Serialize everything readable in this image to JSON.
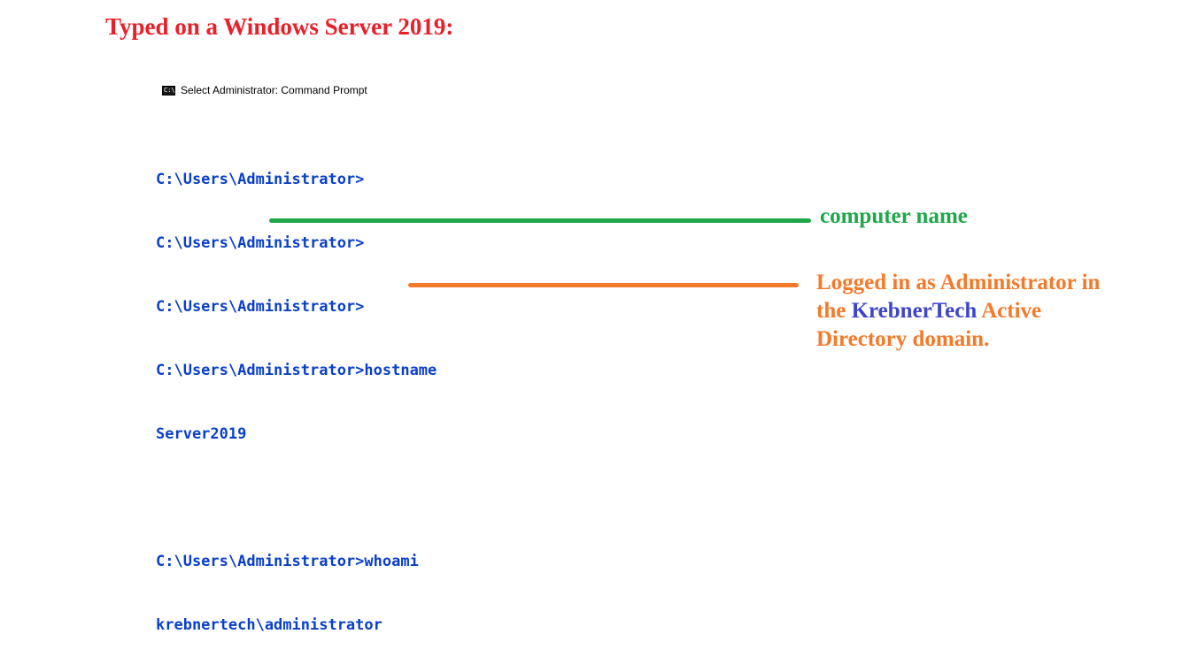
{
  "heading": {
    "text": "Typed on a Windows Server 2019:",
    "color": "#e8202a"
  },
  "window": {
    "icon": "cmd-icon",
    "icon_glyph": "C:\\",
    "title": "Select Administrator: Command Prompt"
  },
  "console": {
    "color": "#0a3fc9",
    "lines": [
      "C:\\Users\\Administrator>",
      "C:\\Users\\Administrator>",
      "C:\\Users\\Administrator>",
      "C:\\Users\\Administrator>hostname",
      "Server2019",
      "",
      "C:\\Users\\Administrator>whoami",
      "krebnertech\\administrator"
    ]
  },
  "annotations": {
    "computer_name": {
      "text": "computer name",
      "color": "#1fa84a"
    },
    "logged_in": {
      "color": "#f47a2a",
      "highlight_color": "#3e45c9",
      "line1": "Logged in as Administrator in",
      "line2_prefix": "the ",
      "line2_highlight": "KrebnerTech",
      "line2_suffix": " Active",
      "line3": "Directory domain."
    }
  }
}
